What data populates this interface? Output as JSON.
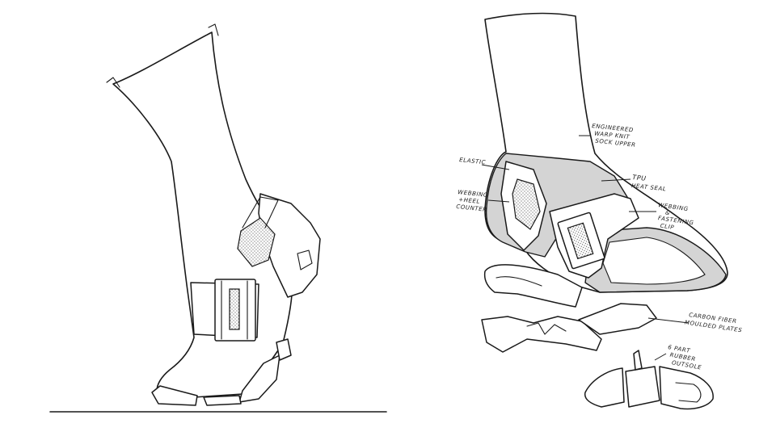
{
  "annotations": {
    "sock_upper": [
      "ENGINEERED",
      "WARP KNIT",
      "SOCK UPPER"
    ],
    "elastic": [
      "ELASTIC"
    ],
    "tpu": [
      "TPU",
      "HEAT SEAL"
    ],
    "webbing_counter": [
      "WEBBING",
      "+HEEL",
      "COUNTER"
    ],
    "webbing_clip": [
      "WEBBING",
      "&",
      "FASTENING",
      "CLIP"
    ],
    "carbon_plates": [
      "CARBON FIBER",
      "MOULDED PLATES"
    ],
    "rubber_outsole": [
      "6 PART",
      "RUBBER",
      "OUTSOLE"
    ]
  }
}
